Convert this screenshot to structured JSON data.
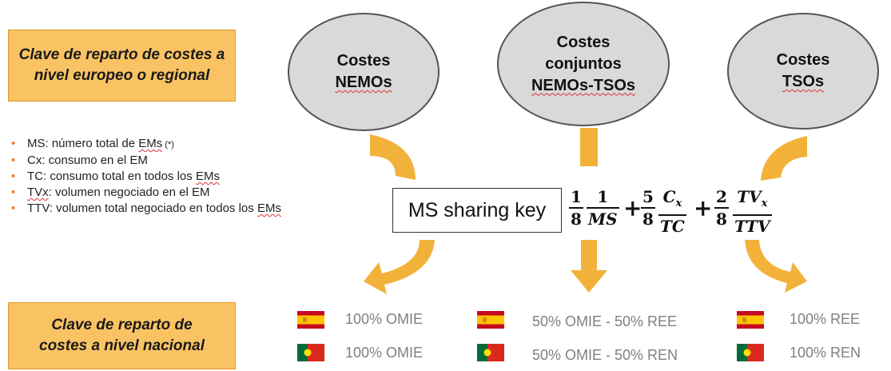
{
  "left_boxes": {
    "european": "Clave de reparto de costes a nivel europeo o regional",
    "national": "Clave de reparto de costes a nivel nacional"
  },
  "ellipses": {
    "nemos": {
      "line1": "Costes",
      "line2": "NEMOs"
    },
    "joint": {
      "line1": "Costes",
      "line2": "conjuntos",
      "line3": "NEMOs-TSOs"
    },
    "tsos": {
      "line1": "Costes",
      "line2": "TSOs"
    }
  },
  "bullets": [
    {
      "pre": "MS: número total de ",
      "em": "EMs",
      "post": "",
      "note": " (*)"
    },
    {
      "pre": "Cx:   consumo en el EM",
      "em": "",
      "post": "",
      "note": ""
    },
    {
      "pre": "TC:   consumo total en todos los ",
      "em": "EMs",
      "post": "",
      "note": ""
    },
    {
      "pre": "",
      "em": "TVx",
      "post": ": volumen negociado en el EM",
      "note": ""
    },
    {
      "pre": "TTV: volumen total negociado en todos los ",
      "em": "EMs",
      "post": "",
      "note": ""
    }
  ],
  "sharing_key": {
    "label": "MS sharing key",
    "f1_num": "1",
    "f1_den": "8",
    "f2_num": "1",
    "f2_den": "MS",
    "f3_num": "5",
    "f3_den": "8",
    "f4_num": "C",
    "f4_num_sub": "x",
    "f4_den": "TC",
    "f5_num": "2",
    "f5_den": "8",
    "f6_num": "TV",
    "f6_num_sub": "x",
    "f6_den": "TTV",
    "plus": "+"
  },
  "allocations": {
    "nemos_es": "100% OMIE",
    "nemos_pt": "100% OMIE",
    "joint_es": "50% OMIE - 50% REE",
    "joint_pt": "50% OMIE - 50% REN",
    "tsos_es": "100% REE",
    "tsos_pt": "100% REN"
  },
  "colors": {
    "orange_box": "#f9c363",
    "arrow": "#f2b23a",
    "ellipse": "#d9d9d9",
    "bullet": "#ed7d31",
    "spain_red": "#c60b1e",
    "spain_yellow": "#ffc400",
    "portugal_green": "#046a38",
    "portugal_red": "#da291c"
  }
}
